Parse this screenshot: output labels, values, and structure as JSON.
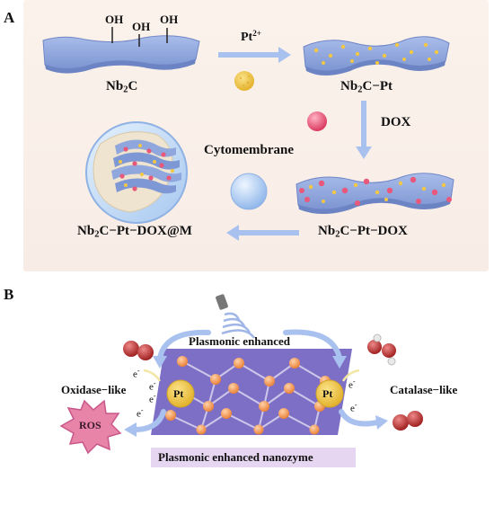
{
  "panel_a": {
    "label": "A",
    "hydroxyl": "OH",
    "reagent_main": "Pt",
    "reagent_charge": "2+",
    "nb2c_prefix": "Nb",
    "nb2c_sub": "2",
    "nb2c_suffix": "C",
    "nb2cpt_suffix": "C−Pt",
    "dox": "DOX",
    "nb2cptdox_suffix": "C−Pt−DOX",
    "cytomembrane": "Cytomembrane",
    "final_suffix": "C−Pt−DOX@M"
  },
  "panel_b": {
    "label": "B",
    "plasmonic_enhanced": "Plasmonic enhanced",
    "oxidase_like": "Oxidase−like",
    "catalase_like": "Catalase−like",
    "ros": "ROS",
    "pt": "Pt",
    "electron": "e",
    "electron_charge": "-",
    "banner": "Plasmonic enhanced nanozyme"
  },
  "colors": {
    "sheet_blue": "#8fa7dc",
    "arrow_blue": "#a9c1ef",
    "pt_yellow": "#f2c744",
    "dox_pink": "#e8587a",
    "lattice_bg": "#7d6fc6",
    "lattice_atom": "#f39a58",
    "ros_pink": "#e784a8",
    "banner_bg": "#e6d6f2"
  }
}
